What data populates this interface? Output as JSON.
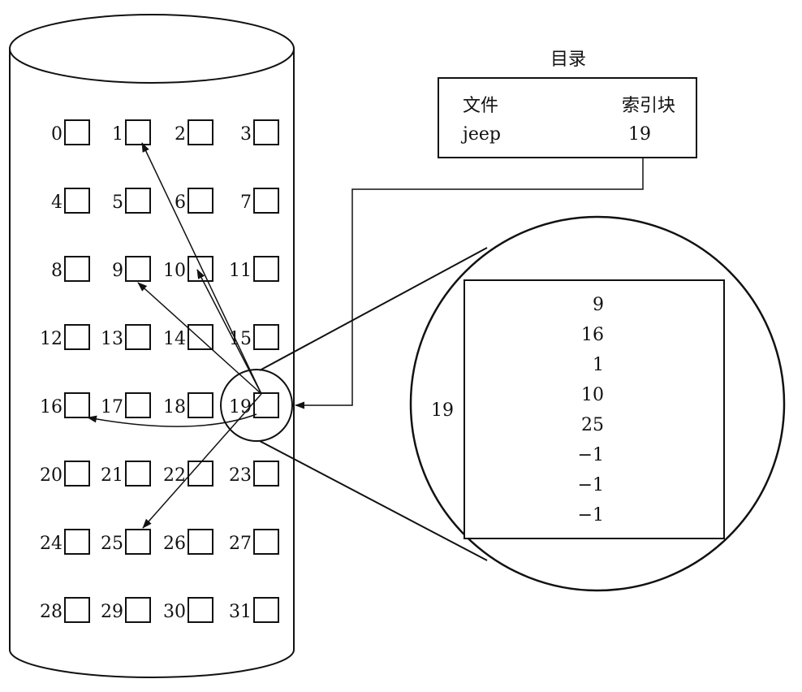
{
  "directory": {
    "title": "目录",
    "col_file": "文件",
    "col_index_block": "索引块",
    "file_name": "jeep",
    "index_block": "19"
  },
  "disk": {
    "blocks": [
      "0",
      "1",
      "2",
      "3",
      "4",
      "5",
      "6",
      "7",
      "8",
      "9",
      "10",
      "11",
      "12",
      "13",
      "14",
      "15",
      "16",
      "17",
      "18",
      "19",
      "20",
      "21",
      "22",
      "23",
      "24",
      "25",
      "26",
      "27",
      "28",
      "29",
      "30",
      "31"
    ]
  },
  "index_block": {
    "label": "19",
    "entries": [
      "9",
      "16",
      "1",
      "10",
      "25",
      "−1",
      "−1",
      "−1"
    ]
  }
}
